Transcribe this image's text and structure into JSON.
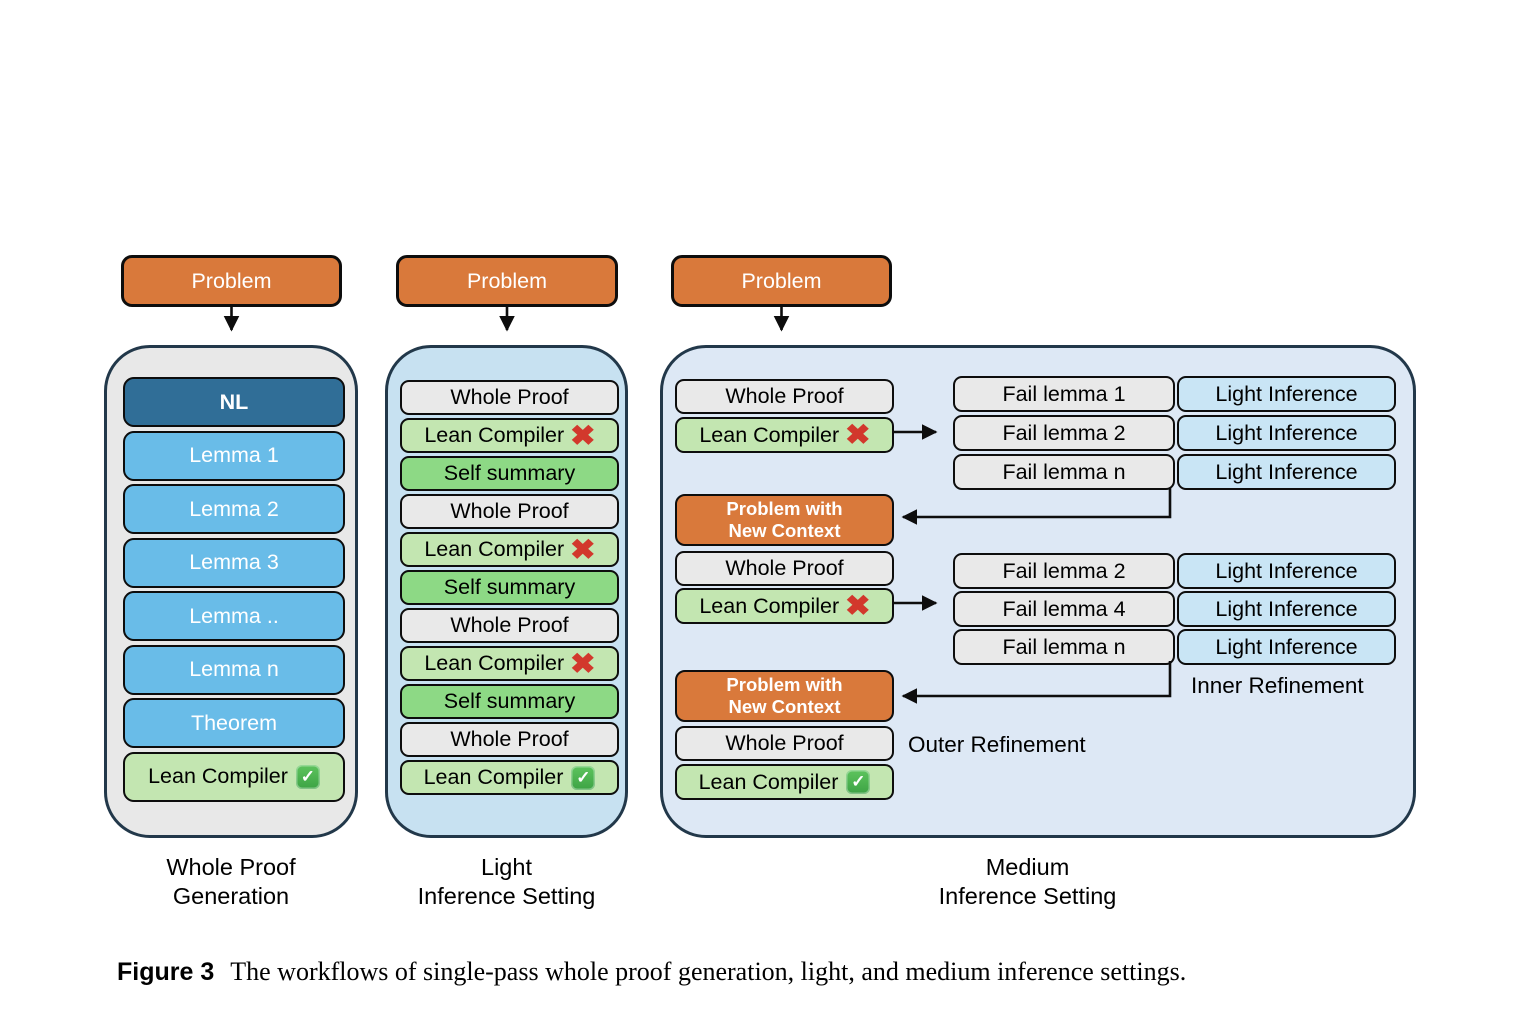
{
  "figure_caption": {
    "label": "Figure 3",
    "text": "The workflows of single-pass whole proof generation, light, and medium inference settings."
  },
  "colors": {
    "orange": "#D9793B",
    "navy": "#306E97",
    "blue": "#69BCE8",
    "light-blue": "#C9E5F5",
    "pale-green": "#C3E6B1",
    "green": "#8DD985",
    "box-gray": "#E9E9E9",
    "container-gray": "#E8E8E8",
    "container-blue": "#C7E1F1",
    "container-pale-blue": "#DDE8F5",
    "border-dark": "#22384A",
    "box-border": "#0D0D0D",
    "fail-red": "#D2382C",
    "pass-green": "#3DA344"
  },
  "columns": [
    {
      "id": "whole-proof-generation",
      "problem": "Problem",
      "caption": [
        "Whole Proof",
        "Generation"
      ],
      "boxes": [
        {
          "label": "NL",
          "style": "navy"
        },
        {
          "label": "Lemma 1",
          "style": "blue"
        },
        {
          "label": "Lemma 2",
          "style": "blue"
        },
        {
          "label": "Lemma 3",
          "style": "blue"
        },
        {
          "label": "Lemma ..",
          "style": "blue"
        },
        {
          "label": "Lemma n",
          "style": "blue"
        },
        {
          "label": "Theorem",
          "style": "blue"
        },
        {
          "label": "Lean Compiler",
          "style": "palegreen",
          "status": "pass"
        }
      ]
    },
    {
      "id": "light-inference-setting",
      "problem": "Problem",
      "caption": [
        "Light",
        "Inference Setting"
      ],
      "boxes": [
        {
          "label": "Whole Proof",
          "style": "gray"
        },
        {
          "label": "Lean Compiler",
          "style": "palegreen",
          "status": "fail"
        },
        {
          "label": "Self summary",
          "style": "green"
        },
        {
          "label": "Whole Proof",
          "style": "gray"
        },
        {
          "label": "Lean Compiler",
          "style": "palegreen",
          "status": "fail"
        },
        {
          "label": "Self summary",
          "style": "green"
        },
        {
          "label": "Whole Proof",
          "style": "gray"
        },
        {
          "label": "Lean Compiler",
          "style": "palegreen",
          "status": "fail"
        },
        {
          "label": "Self summary",
          "style": "green"
        },
        {
          "label": "Whole Proof",
          "style": "gray"
        },
        {
          "label": "Lean Compiler",
          "style": "palegreen",
          "status": "pass"
        }
      ]
    },
    {
      "id": "medium-inference-setting",
      "problem": "Problem",
      "caption": [
        "Medium",
        "Inference Setting"
      ],
      "left_boxes": [
        {
          "label": "Whole Proof",
          "style": "gray"
        },
        {
          "label": "Lean Compiler",
          "style": "palegreen",
          "status": "fail"
        },
        {
          "lines": [
            "Problem with",
            "New Context"
          ],
          "style": "orange"
        },
        {
          "label": "Whole Proof",
          "style": "gray"
        },
        {
          "label": "Lean Compiler",
          "style": "palegreen",
          "status": "fail"
        },
        {
          "lines": [
            "Problem with",
            "New Context"
          ],
          "style": "orange"
        },
        {
          "label": "Whole Proof",
          "style": "gray"
        },
        {
          "label": "Lean Compiler",
          "style": "palegreen",
          "status": "pass"
        }
      ],
      "fail_groups": [
        {
          "rows": [
            {
              "fail": "Fail lemma 1",
              "light": "Light Inference"
            },
            {
              "fail": "Fail lemma 2",
              "light": "Light Inference"
            },
            {
              "fail": "Fail lemma n",
              "light": "Light Inference"
            }
          ]
        },
        {
          "rows": [
            {
              "fail": "Fail lemma 2",
              "light": "Light Inference"
            },
            {
              "fail": "Fail lemma 4",
              "light": "Light Inference"
            },
            {
              "fail": "Fail lemma n",
              "light": "Light Inference"
            }
          ]
        }
      ],
      "inner_label": "Inner Refinement",
      "outer_label": "Outer Refinement"
    }
  ]
}
